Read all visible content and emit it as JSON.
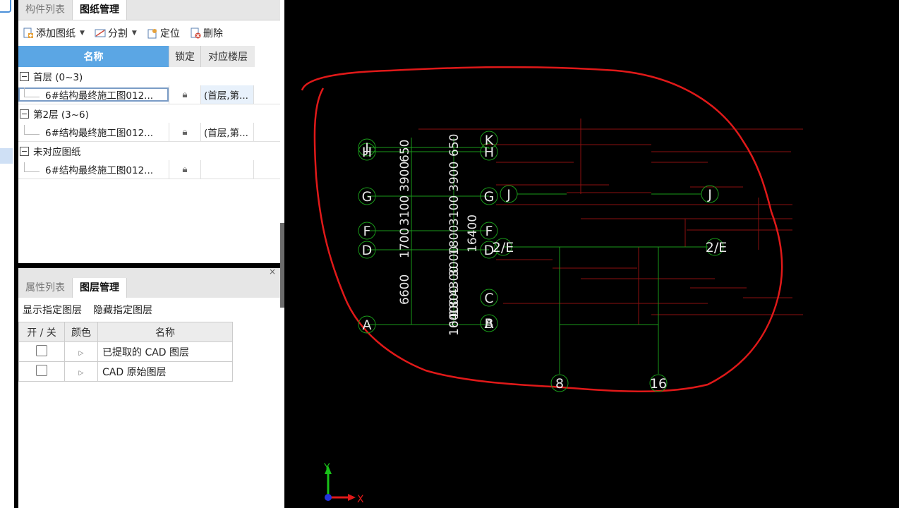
{
  "drawing_panel": {
    "tabs": [
      {
        "label": "构件列表",
        "active": false
      },
      {
        "label": "图纸管理",
        "active": true
      }
    ],
    "toolbar": {
      "add": "添加图纸",
      "split": "分割",
      "locate": "定位",
      "delete": "删除"
    },
    "columns": {
      "name": "名称",
      "lock": "锁定",
      "floor": "对应楼层"
    },
    "groups": [
      {
        "label": "首层 (0~3)",
        "sheet": "6#结构最终施工图012...",
        "floor": "(首层,第..."
      },
      {
        "label": "第2层 (3~6)",
        "sheet": "6#结构最终施工图012...",
        "floor": "(首层,第..."
      },
      {
        "label": "未对应图纸",
        "sheet": "6#结构最终施工图012...",
        "floor": ""
      }
    ]
  },
  "layer_panel": {
    "tabs": [
      {
        "label": "属性列表",
        "active": false
      },
      {
        "label": "图层管理",
        "active": true
      }
    ],
    "actions": {
      "show": "显示指定图层",
      "hide": "隐藏指定图层"
    },
    "columns": {
      "toggle": "开 / 关",
      "color": "颜色",
      "name": "名称"
    },
    "rows": [
      {
        "name": "已提取的 CAD 图层"
      },
      {
        "name": "CAD 原始图层"
      }
    ],
    "close_label": "×"
  },
  "cad": {
    "axis_labels": {
      "x": "X",
      "y": "Y"
    },
    "grid_bubbles_left": [
      "J",
      "H",
      "G",
      "F",
      "D",
      "A"
    ],
    "grid_bubbles_mid": [
      "K",
      "H",
      "G",
      "F",
      "D",
      "C",
      "B",
      "A"
    ],
    "grid_bubbles_other": [
      "J",
      "J",
      "2/E",
      "2/E",
      "8",
      "16"
    ],
    "dims_left": [
      "650",
      "3900",
      "3100",
      "1700",
      "6600"
    ],
    "dims_mid": [
      "650",
      "3900",
      "3100",
      "1800",
      "3000",
      "4300",
      "1800",
      "1000",
      "16400"
    ]
  }
}
